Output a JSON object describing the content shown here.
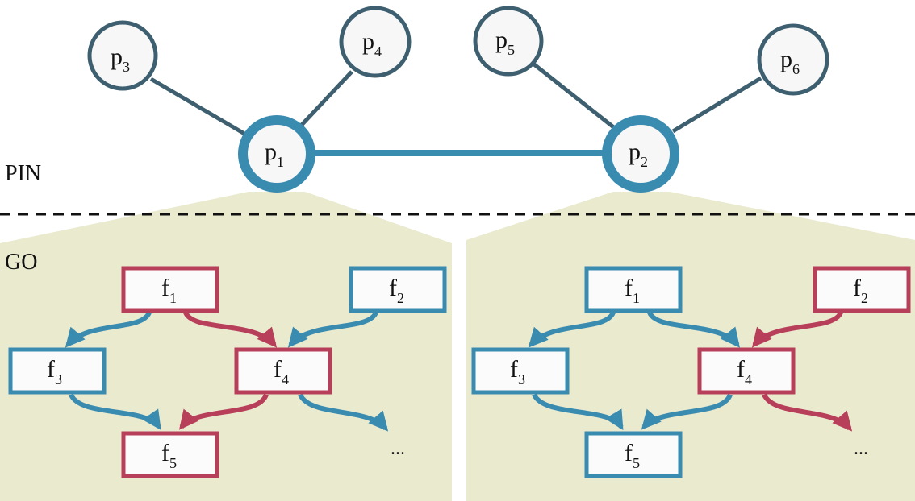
{
  "labels": {
    "pin": "PIN",
    "go": "GO"
  },
  "colors": {
    "blue": "#3a8bb0",
    "red": "#b83f5a",
    "gray_node": "#3d5f6f",
    "panel": "#eaeacf",
    "box_fill": "#fbfbfb"
  },
  "proteins": [
    {
      "id": "p1",
      "base": "p",
      "sub": "1",
      "style": "hub"
    },
    {
      "id": "p2",
      "base": "p",
      "sub": "2",
      "style": "hub"
    },
    {
      "id": "p3",
      "base": "p",
      "sub": "3",
      "style": "leaf"
    },
    {
      "id": "p4",
      "base": "p",
      "sub": "4",
      "style": "leaf"
    },
    {
      "id": "p5",
      "base": "p",
      "sub": "5",
      "style": "leaf"
    },
    {
      "id": "p6",
      "base": "p",
      "sub": "6",
      "style": "leaf"
    }
  ],
  "go_panels": [
    {
      "protein": "p1",
      "terms": [
        {
          "id": "f1",
          "base": "f",
          "sub": "1",
          "color": "red"
        },
        {
          "id": "f2",
          "base": "f",
          "sub": "2",
          "color": "blue"
        },
        {
          "id": "f3",
          "base": "f",
          "sub": "3",
          "color": "blue"
        },
        {
          "id": "f4",
          "base": "f",
          "sub": "4",
          "color": "red"
        },
        {
          "id": "f5",
          "base": "f",
          "sub": "5",
          "color": "red"
        }
      ],
      "ellipsis": "..."
    },
    {
      "protein": "p2",
      "terms": [
        {
          "id": "f1",
          "base": "f",
          "sub": "1",
          "color": "blue"
        },
        {
          "id": "f2",
          "base": "f",
          "sub": "2",
          "color": "red"
        },
        {
          "id": "f3",
          "base": "f",
          "sub": "3",
          "color": "blue"
        },
        {
          "id": "f4",
          "base": "f",
          "sub": "4",
          "color": "red"
        },
        {
          "id": "f5",
          "base": "f",
          "sub": "5",
          "color": "blue"
        }
      ],
      "ellipsis": "..."
    }
  ]
}
